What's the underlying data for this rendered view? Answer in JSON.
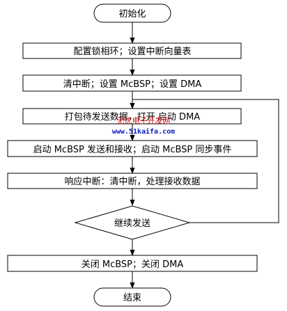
{
  "flowchart": {
    "start": "初始化",
    "step1": "配置锁相环；设置中断向量表",
    "step2": "清中断；设置 McBSP；设置 DMA",
    "step3": "打包待发送数据，打开   启动 DMA",
    "step4": "启动 McBSP 发送和接收；启动 McBSP 同步事件",
    "step5": "响应中断：清中断，处理接收数据",
    "decision": "继续发送",
    "step6": "关闭 McBSP；关闭 DMA",
    "end": "结束"
  },
  "watermark": {
    "line1": "无忧电子开发网",
    "line2": "www.51kaifa.com"
  }
}
